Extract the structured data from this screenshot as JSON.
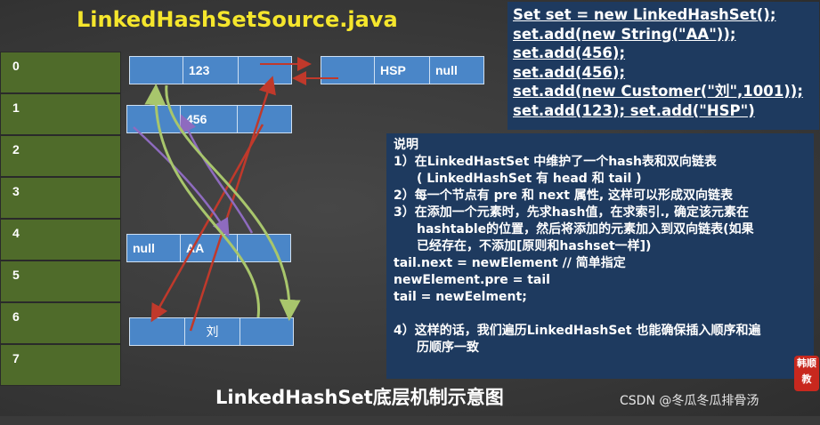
{
  "title": "LinkedHashSetSource.java",
  "table_indices": [
    "0",
    "1",
    "2",
    "3",
    "4",
    "5",
    "6",
    "7"
  ],
  "nodes": {
    "n123": {
      "cells": [
        "",
        "123",
        ""
      ]
    },
    "hsp": {
      "cells": [
        "",
        "HSP",
        "null"
      ]
    },
    "n456": {
      "cells": [
        "",
        "456",
        ""
      ]
    },
    "aa": {
      "cells": [
        "null",
        "AA",
        ""
      ]
    },
    "liu": {
      "cells": [
        "",
        "刘",
        ""
      ]
    }
  },
  "code_lines": [
    "Set set = new LinkedHashSet();",
    "set.add(new String(\"AA\"));",
    "set.add(456);",
    "set.add(456);",
    "set.add(new Customer(\"刘\",1001));",
    "set.add(123); set.add(\"HSP\")"
  ],
  "notes": {
    "heading": "说明",
    "l1": "1）在LinkedHastSet 中维护了一个hash表和双向链表",
    "l1b": "( LinkedHashSet 有 head 和 tail )",
    "l2": "2）每一个节点有 pre 和 next 属性, 这样可以形成双向链表",
    "l3": "3）在添加一个元素时，先求hash值，在求索引., 确定该元素在",
    "l3b": "hashtable的位置，然后将添加的元素加入到双向链表(如果",
    "l3c": "已经存在，不添加[原则和hashset一样])",
    "c1": "tail.next = newElement // 简单指定",
    "c2": "newElement.pre = tail",
    "c3": "tail = newEelment;",
    "l4": "4）这样的话，我们遍历LinkedHashSet 也能确保插入顺序和遍",
    "l4b": "历顺序一致"
  },
  "caption": "LinkedHashSet底层机制示意图",
  "watermark": "CSDN @冬瓜冬瓜排骨汤",
  "badge": "韩顺 教",
  "colors": {
    "title": "#f5e62c",
    "slot": "#4f6b2a",
    "node": "#4a86c8",
    "panel": "#1e3a5f",
    "red_arrow": "#c0392b",
    "green_arrow": "#a8c66c",
    "purple_arrow": "#8e6bbf"
  }
}
